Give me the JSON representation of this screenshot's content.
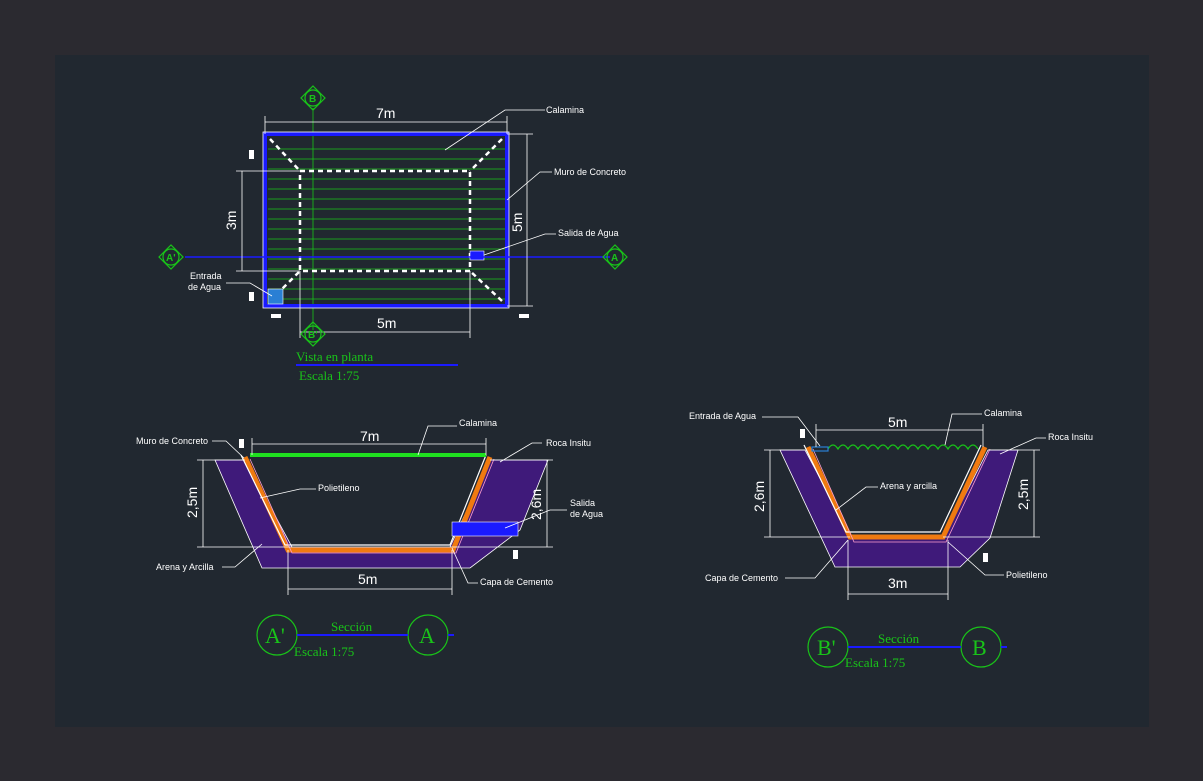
{
  "plan": {
    "dim_top": "7m",
    "dim_bottom": "5m",
    "dim_left": "3m",
    "dim_right": "5m",
    "label_calamina": "Calamina",
    "label_muro": "Muro de Concreto",
    "label_salida": "Salida de Agua",
    "label_entrada_1": "Entrada",
    "label_entrada_2": "de Agua",
    "marker_a": "A",
    "marker_a2": "A'",
    "marker_b": "B",
    "marker_b2": "B'",
    "title": "Vista en planta",
    "scale": "Escala 1:75"
  },
  "section_a": {
    "dim_top": "7m",
    "dim_bottom": "5m",
    "dim_left": "2,5m",
    "dim_right": "2,6m",
    "label_calamina": "Calamina",
    "label_muro": "Muro de Concreto",
    "label_roca": "Roca Insitu",
    "label_polietileno": "Polietileno",
    "label_salida_1": "Salida",
    "label_salida_2": "de Agua",
    "label_arena": "Arena y Arcilla",
    "label_capa": "Capa de Cemento",
    "bubble_left": "A'",
    "bubble_right": "A",
    "title": "Sección",
    "scale": "Escala 1:75"
  },
  "section_b": {
    "dim_top": "5m",
    "dim_bottom": "3m",
    "dim_left": "2,6m",
    "dim_right": "2,5m",
    "label_entrada": "Entrada de Agua",
    "label_calamina": "Calamina",
    "label_roca": "Roca Insitu",
    "label_arena": "Arena y arcilla",
    "label_capa": "Capa de Cemento",
    "label_polietileno": "Polietileno",
    "bubble_left": "B'",
    "bubble_right": "B",
    "title": "Sección",
    "scale": "Escala 1:75"
  },
  "colors": {
    "background": "#212830",
    "frame": "#2b2a30",
    "green": "#19c319",
    "blue": "#1a1aff",
    "purple": "#3f1a7a",
    "orange": "#f07a10",
    "white": "#ffffff"
  }
}
